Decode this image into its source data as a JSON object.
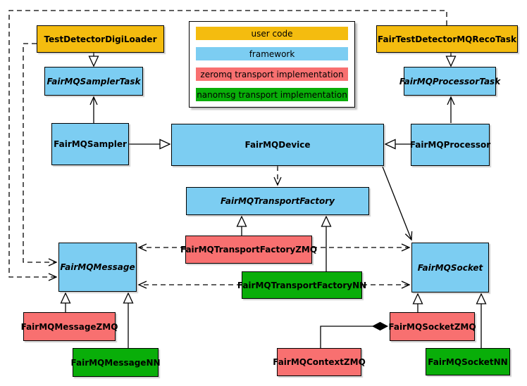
{
  "colors": {
    "user_code": "#F4BC0F",
    "framework": "#7CCDF2",
    "zeromq": "#F87070",
    "nanomsg": "#09AE09",
    "line": "#000000",
    "background": "#FFFFFF"
  },
  "legend": {
    "items": [
      {
        "label": "user code",
        "color": "#F4BC0F"
      },
      {
        "label": "framework",
        "color": "#7CCDF2"
      },
      {
        "label": "zeromq transport implementation",
        "color": "#F87070"
      },
      {
        "label": "nanomsg transport implementation",
        "color": "#09AE09"
      }
    ]
  },
  "nodes": {
    "testDetectorDigiLoader": {
      "label": "TestDetectorDigiLoader",
      "category": "user code",
      "abstract": false
    },
    "fairTestDetectorMQRecoTask": {
      "label": "FairTestDetectorMQRecoTask",
      "category": "user code",
      "abstract": false
    },
    "fairMQSamplerTask": {
      "label": "FairMQSamplerTask",
      "category": "framework",
      "abstract": true
    },
    "fairMQProcessorTask": {
      "label": "FairMQProcessorTask",
      "category": "framework",
      "abstract": true
    },
    "fairMQSampler": {
      "label": "FairMQSampler",
      "category": "framework",
      "abstract": false
    },
    "fairMQDevice": {
      "label": "FairMQDevice",
      "category": "framework",
      "abstract": false
    },
    "fairMQProcessor": {
      "label": "FairMQProcessor",
      "category": "framework",
      "abstract": false
    },
    "fairMQTransportFactory": {
      "label": "FairMQTransportFactory",
      "category": "framework",
      "abstract": true
    },
    "fairMQTransportFactoryZMQ": {
      "label": "FairMQTransportFactoryZMQ",
      "category": "zeromq",
      "abstract": false
    },
    "fairMQTransportFactoryNN": {
      "label": "FairMQTransportFactoryNN",
      "category": "nanomsg",
      "abstract": false
    },
    "fairMQMessage": {
      "label": "FairMQMessage",
      "category": "framework",
      "abstract": true
    },
    "fairMQSocket": {
      "label": "FairMQSocket",
      "category": "framework",
      "abstract": true
    },
    "fairMQMessageZMQ": {
      "label": "FairMQMessageZMQ",
      "category": "zeromq",
      "abstract": false
    },
    "fairMQMessageNN": {
      "label": "FairMQMessageNN",
      "category": "nanomsg",
      "abstract": false
    },
    "fairMQContextZMQ": {
      "label": "FairMQContextZMQ",
      "category": "zeromq",
      "abstract": false
    },
    "fairMQSocketZMQ": {
      "label": "FairMQSocketZMQ",
      "category": "zeromq",
      "abstract": false
    },
    "fairMQSocketNN": {
      "label": "FairMQSocketNN",
      "category": "nanomsg",
      "abstract": false
    }
  },
  "relationships": [
    {
      "from": "TestDetectorDigiLoader",
      "to": "FairMQSamplerTask",
      "type": "inheritance",
      "style": "solid"
    },
    {
      "from": "FairTestDetectorMQRecoTask",
      "to": "FairMQProcessorTask",
      "type": "inheritance",
      "style": "solid"
    },
    {
      "from": "FairMQSampler",
      "to": "FairMQSamplerTask",
      "type": "association",
      "style": "solid"
    },
    {
      "from": "FairMQProcessor",
      "to": "FairMQProcessorTask",
      "type": "association",
      "style": "solid"
    },
    {
      "from": "FairMQSampler",
      "to": "FairMQDevice",
      "type": "inheritance",
      "style": "solid"
    },
    {
      "from": "FairMQProcessor",
      "to": "FairMQDevice",
      "type": "inheritance",
      "style": "solid"
    },
    {
      "from": "FairMQDevice",
      "to": "FairMQTransportFactory",
      "type": "dependency",
      "style": "dashed"
    },
    {
      "from": "FairMQDevice",
      "to": "FairMQSocket",
      "type": "association",
      "style": "solid"
    },
    {
      "from": "FairMQTransportFactoryZMQ",
      "to": "FairMQTransportFactory",
      "type": "inheritance",
      "style": "solid"
    },
    {
      "from": "FairMQTransportFactoryNN",
      "to": "FairMQTransportFactory",
      "type": "inheritance",
      "style": "solid"
    },
    {
      "from": "FairMQTransportFactoryZMQ",
      "to": "FairMQMessage",
      "type": "dependency",
      "style": "dashed"
    },
    {
      "from": "FairMQTransportFactoryZMQ",
      "to": "FairMQSocket",
      "type": "dependency",
      "style": "dashed"
    },
    {
      "from": "FairMQTransportFactoryNN",
      "to": "FairMQMessage",
      "type": "dependency",
      "style": "dashed"
    },
    {
      "from": "FairMQTransportFactoryNN",
      "to": "FairMQSocket",
      "type": "dependency",
      "style": "dashed"
    },
    {
      "from": "TestDetectorDigiLoader",
      "to": "FairMQMessage",
      "type": "dependency",
      "style": "dashed"
    },
    {
      "from": "FairTestDetectorMQRecoTask",
      "to": "FairMQMessage",
      "type": "dependency",
      "style": "dashed"
    },
    {
      "from": "FairMQMessageZMQ",
      "to": "FairMQMessage",
      "type": "inheritance",
      "style": "solid"
    },
    {
      "from": "FairMQMessageNN",
      "to": "FairMQMessage",
      "type": "inheritance",
      "style": "solid"
    },
    {
      "from": "FairMQSocketZMQ",
      "to": "FairMQSocket",
      "type": "inheritance",
      "style": "solid"
    },
    {
      "from": "FairMQContextZMQ",
      "to": "FairMQSocketZMQ",
      "type": "composition",
      "style": "solid"
    },
    {
      "from": "FairMQSocketNN",
      "to": "FairMQSocket",
      "type": "inheritance",
      "style": "solid"
    }
  ]
}
